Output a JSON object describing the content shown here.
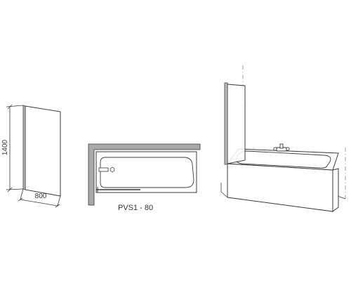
{
  "colors": {
    "line": "#3a3a3a",
    "light_line": "#8a8a8a",
    "wall_fill": "#a9a9a9",
    "panel_fill": "#ffffff"
  },
  "elevation": {
    "height_label": "1400",
    "width_label": "800"
  },
  "plan": {
    "model_label": "PVS1 - 80"
  }
}
